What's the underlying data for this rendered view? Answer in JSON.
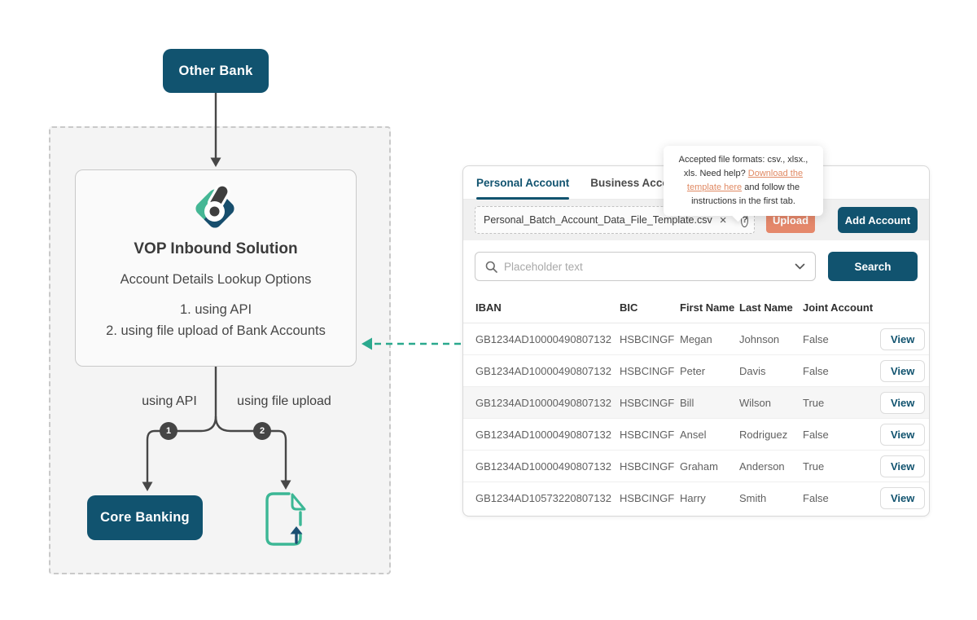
{
  "colors": {
    "teal": "#11536F",
    "salmon": "#E5886B",
    "logo_green": "#45B795",
    "logo_navy": "#174E6D",
    "connector_gray": "#474747",
    "dashed_arrow_green": "#2BA98E",
    "upload_icon_green": "#3CB795",
    "upload_icon_navy": "#1B4F72"
  },
  "diagram": {
    "other_bank_label": "Other Bank",
    "card": {
      "title": "VOP Inbound Solution",
      "subtitle": "Account Details Lookup Options",
      "option_1": "1. using API",
      "option_2": "2. using file upload of Bank Accounts"
    },
    "branches": [
      {
        "number": "1",
        "label": "using API"
      },
      {
        "number": "2",
        "label": "using file upload"
      }
    ],
    "core_banking_label": "Core Banking"
  },
  "panel": {
    "tabs": [
      {
        "label": "Personal Account"
      },
      {
        "label": "Business Account"
      }
    ],
    "tooltip": {
      "before": "Accepted file formats: csv., xlsx., xls. Need help? ",
      "link": "Download the template here",
      "after": " and follow the instructions in the first tab."
    },
    "upload_bar": {
      "filename": "Personal_Batch_Account_Data_File_Template.csv",
      "clear_icon": "×",
      "help_icon": "?",
      "upload_label": "Upload",
      "add_account_label": "Add Account"
    },
    "search": {
      "placeholder": "Placeholder text",
      "button_label": "Search"
    },
    "table": {
      "headers": [
        "IBAN",
        "BIC",
        "First Name",
        "Last Name",
        "Joint Account"
      ],
      "rows": [
        {
          "iban": "GB1234AD10000490807132",
          "bic": "HSBCINGF",
          "first": "Megan",
          "last": "Johnson",
          "joint": "False",
          "action": "View"
        },
        {
          "iban": "GB1234AD10000490807132",
          "bic": "HSBCINGF",
          "first": "Peter",
          "last": "Davis",
          "joint": "False",
          "action": "View"
        },
        {
          "iban": "GB1234AD10000490807132",
          "bic": "HSBCINGF",
          "first": "Bill",
          "last": "Wilson",
          "joint": "True",
          "action": "View"
        },
        {
          "iban": "GB1234AD10000490807132",
          "bic": "HSBCINGF",
          "first": "Ansel",
          "last": "Rodriguez",
          "joint": "False",
          "action": "View"
        },
        {
          "iban": "GB1234AD10000490807132",
          "bic": "HSBCINGF",
          "first": "Graham",
          "last": "Anderson",
          "joint": "True",
          "action": "View"
        },
        {
          "iban": "GB1234AD10573220807132",
          "bic": "HSBCINGF",
          "first": "Harry",
          "last": "Smith",
          "joint": "False",
          "action": "View"
        }
      ]
    }
  }
}
